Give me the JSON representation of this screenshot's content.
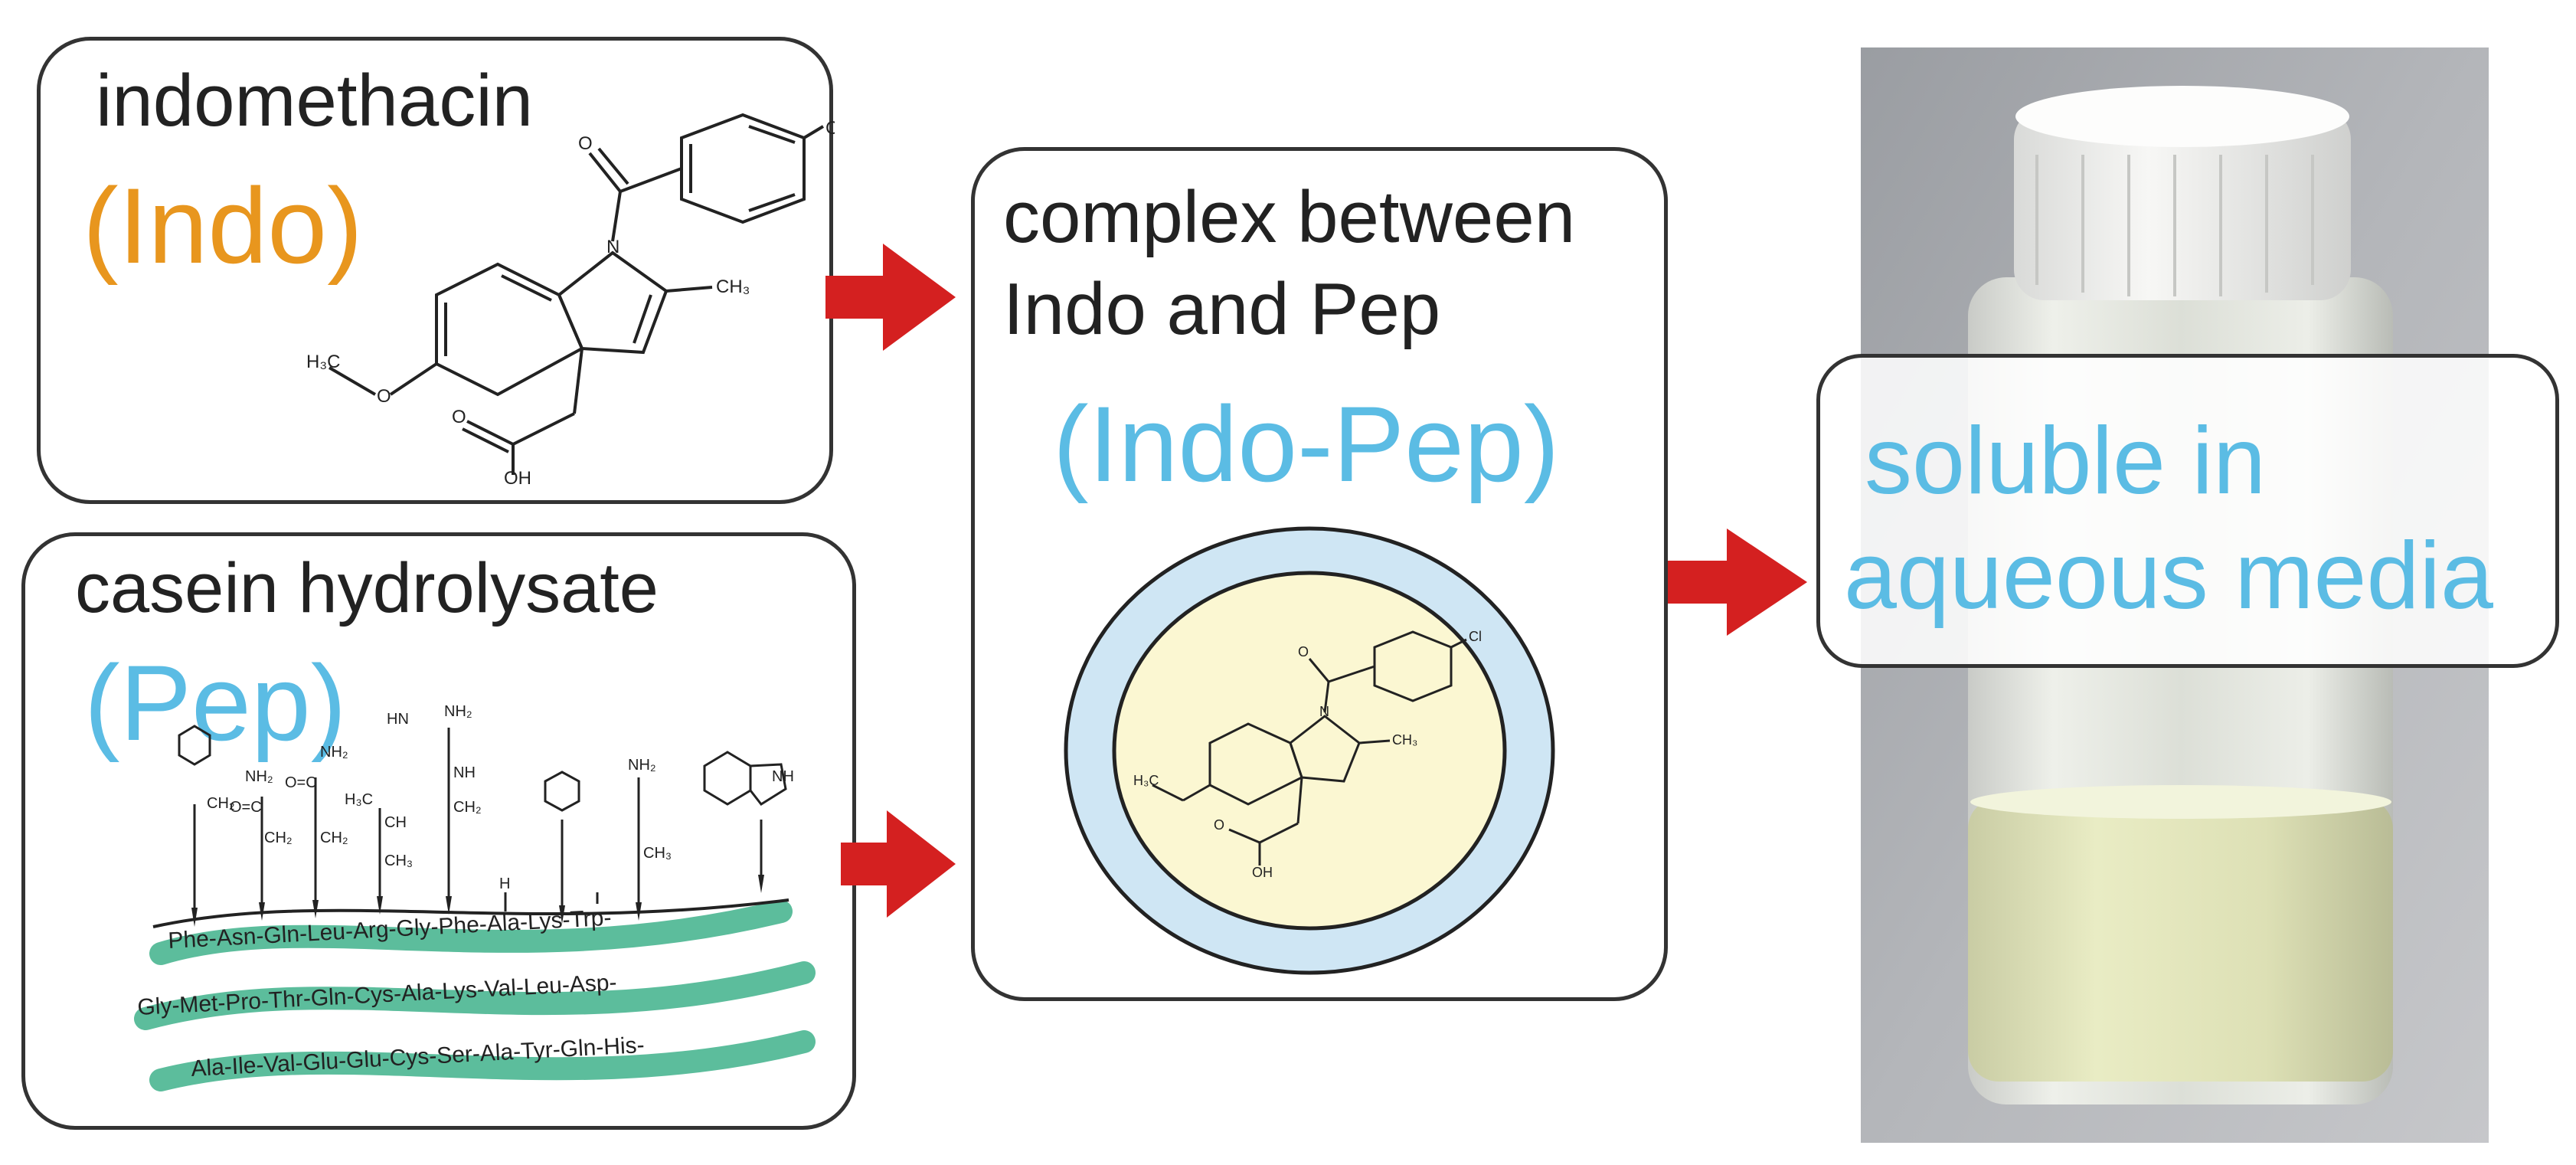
{
  "indo_panel": {
    "title": "indomethacin",
    "abbrev": "(Indo)",
    "atoms": {
      "cl": "Cl",
      "o": "O",
      "n": "N",
      "ch3": "CH₃",
      "h3c": "H₃C",
      "oh": "OH"
    }
  },
  "pep_panel": {
    "title": "casein hydrolysate",
    "abbrev": "(Pep)",
    "sequence_lines": [
      "Phe-Asn-Gln-Leu-Arg-Gly-Phe-Ala-Lys-Trp-",
      "Gly-Met-Pro-Thr-Gln-Cys-Ala-Lys-Val-Leu-Asp-",
      "Ala-Ile-Val-Glu-Glu-Cys-Ser-Ala-Tyr-Gln-His-"
    ],
    "side_chain_labels": [
      "CH₂",
      "NH₂",
      "O=C",
      "CH₂",
      "NH₂",
      "O=C",
      "CH₂",
      "H₃C",
      "CH",
      "CH₃",
      "HN",
      "NH₂",
      "NH",
      "CH₂",
      "H",
      "NH₂",
      "CH₃",
      "NH"
    ]
  },
  "complex_panel": {
    "title_line1": "complex between",
    "title_line2": "Indo and Pep",
    "abbrev": "(Indo-Pep)"
  },
  "result": {
    "line1": "soluble in",
    "line2": "aqueous media"
  },
  "colors": {
    "indo": "#e8961e",
    "pep": "#5bbce4",
    "arrow": "#d42020",
    "peptide_band": "#5cbd9c",
    "shell": "#cfe6f4",
    "core": "#fbf7d2"
  }
}
